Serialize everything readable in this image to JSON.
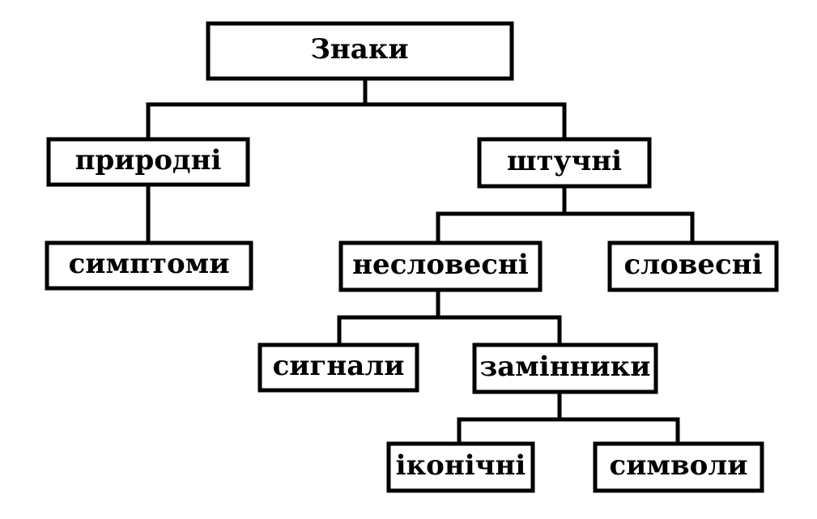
{
  "diagram": {
    "root": "Знаки",
    "natural": "природні",
    "symptoms": "симптоми",
    "artificial": "штучні",
    "nonverbal": "несловесні",
    "verbal": "словесні",
    "signals": "сигнали",
    "substitutes": "замінники",
    "iconic": "іконічні",
    "symbols": "символи"
  }
}
